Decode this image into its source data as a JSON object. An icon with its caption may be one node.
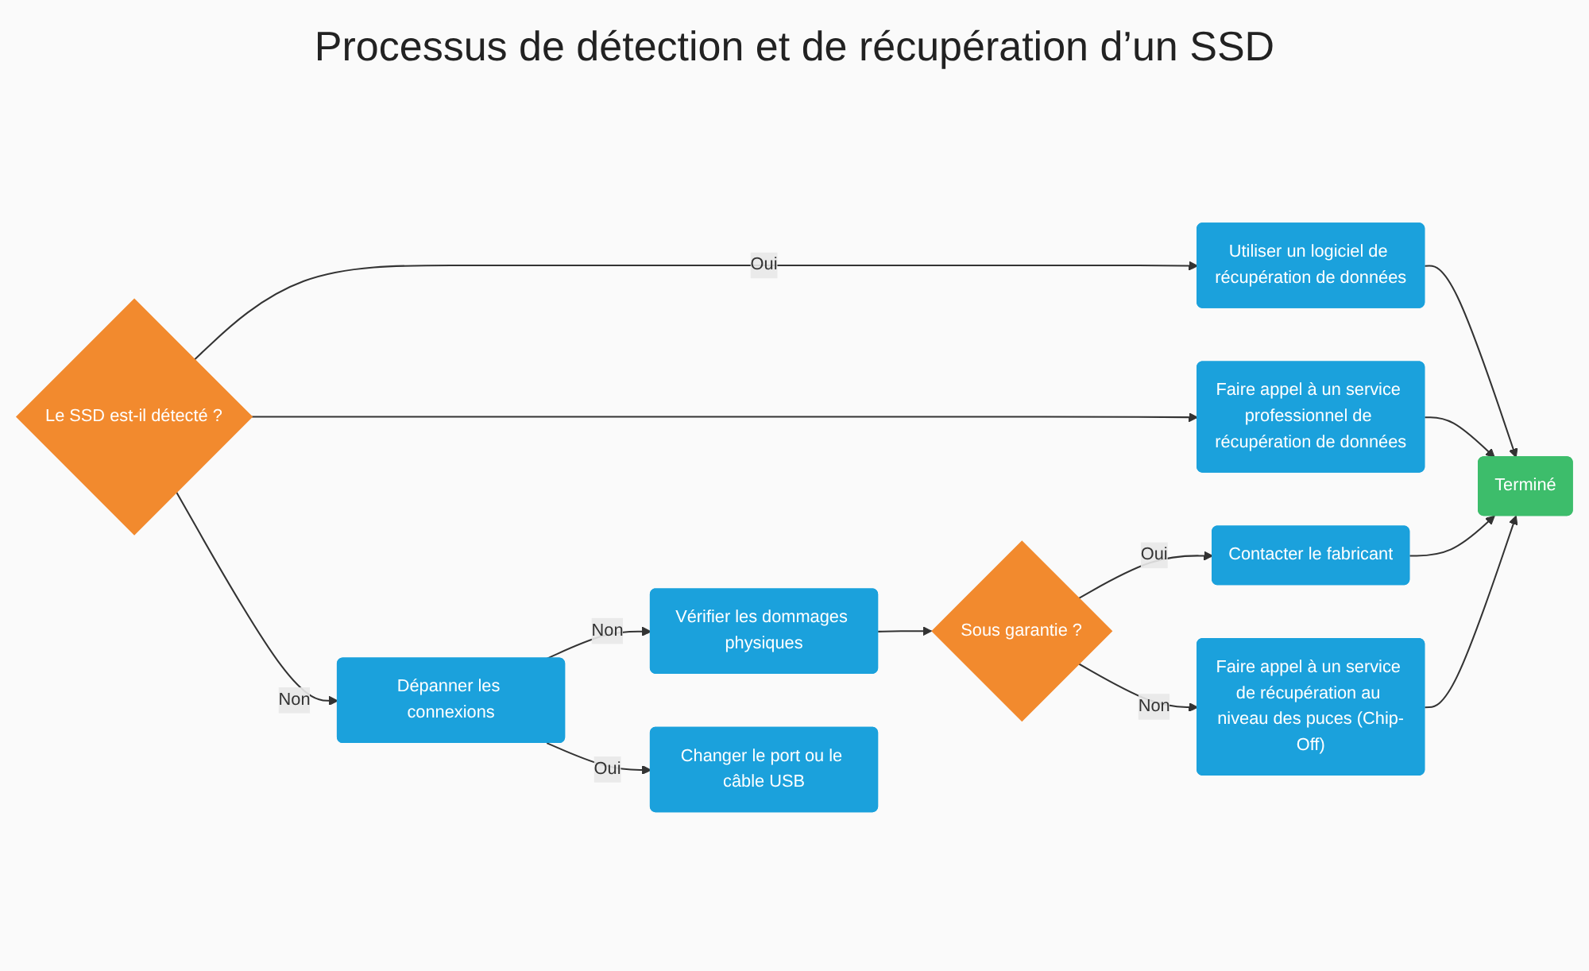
{
  "diagram": {
    "title": "Processus de détection et de récupération d’un SSD",
    "nodes": [
      {
        "text": [
          "Le SSD est-il détecté ?"
        ]
      },
      {
        "text": [
          "Utiliser un logiciel de récupération de données"
        ]
      },
      {
        "text": [
          "Faire appel à un service professionnel de récupération de données"
        ]
      },
      {
        "text": [
          "Terminé"
        ]
      },
      {
        "text": [
          "Dépanner les connexions"
        ]
      },
      {
        "text": [
          "Vérifier les dommages physiques"
        ]
      },
      {
        "text": [
          "Sous garantie ?"
        ]
      },
      {
        "text": [
          "Contacter le fabricant"
        ]
      },
      {
        "text": [
          "Faire appel à un service de récupération au niveau des puces (Chip-Off)"
        ]
      },
      {
        "text": [
          "Changer le port ou le câble USB"
        ]
      }
    ],
    "edges": [
      {
        "from": 0,
        "to": 1,
        "arrow": "to",
        "label": "Oui"
      },
      {
        "from": 0,
        "to": 2,
        "arrow": "to"
      },
      {
        "from": 0,
        "to": 4,
        "arrow": "to",
        "label": "Non"
      },
      {
        "from": 1,
        "to": 3,
        "arrow": "to"
      },
      {
        "from": 2,
        "to": 3,
        "arrow": "to"
      },
      {
        "from": 4,
        "to": 5,
        "arrow": "to",
        "label": "Non"
      },
      {
        "from": 4,
        "to": 9,
        "arrow": "to",
        "label": "Oui"
      },
      {
        "from": 5,
        "to": 6,
        "arrow": "to"
      },
      {
        "from": 6,
        "to": 7,
        "arrow": "to",
        "label": "Oui"
      },
      {
        "from": 6,
        "to": 8,
        "arrow": "to",
        "label": "Non"
      },
      {
        "from": 7,
        "to": 3,
        "arrow": "to"
      },
      {
        "from": 8,
        "to": 3,
        "arrow": "to"
      }
    ]
  }
}
